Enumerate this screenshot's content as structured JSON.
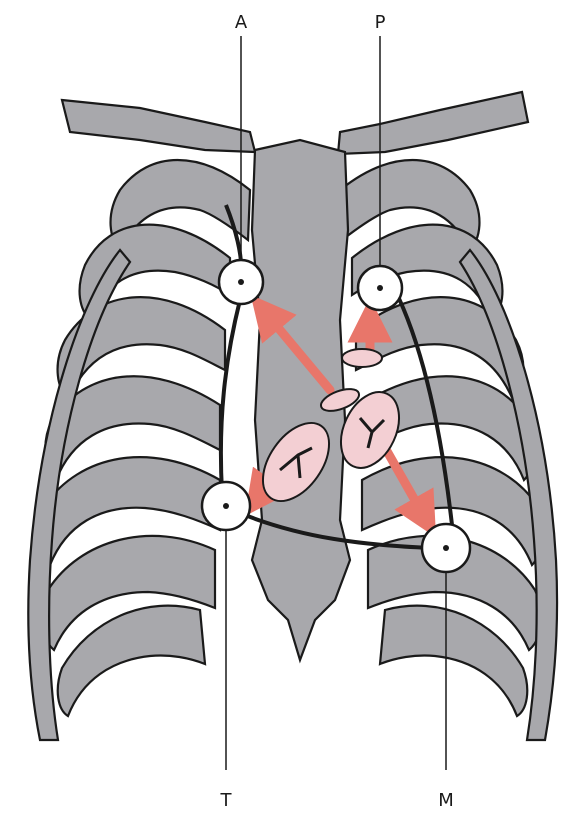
{
  "figure": {
    "labels": {
      "A": "A",
      "P": "P",
      "T": "T",
      "M": "M"
    }
  },
  "colors": {
    "bone": "#a8a8ac",
    "outline": "#1a1a1a",
    "arrow": "#e8766a",
    "valve": "#f3cfd3",
    "ring": "#ffffff"
  }
}
